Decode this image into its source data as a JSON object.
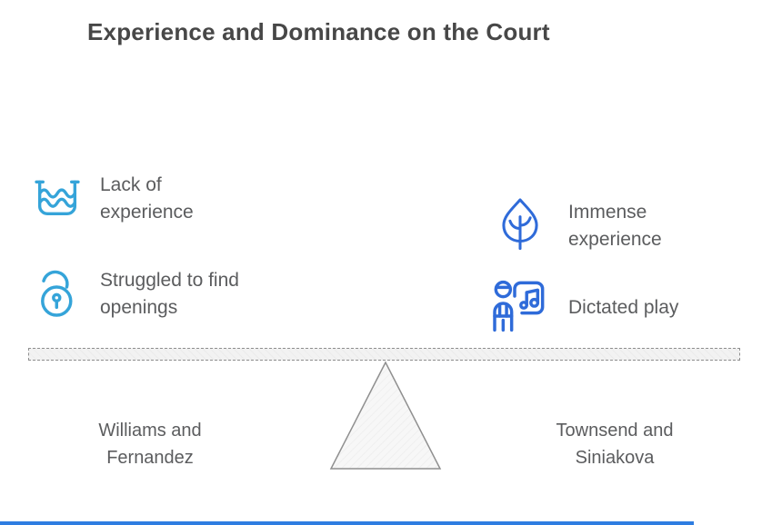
{
  "title": "Experience and Dominance on the Court",
  "comparison": {
    "left": {
      "team": "Williams and Fernandez",
      "points": [
        {
          "icon": "water-level-icon",
          "label": "Lack of experience"
        },
        {
          "icon": "open-padlock-icon",
          "label": "Struggled to find openings"
        }
      ]
    },
    "right": {
      "team": "Townsend and Siniakova",
      "points": [
        {
          "icon": "leaf-icon",
          "label": "Immense experience"
        },
        {
          "icon": "person-music-icon",
          "label": "Dictated play"
        }
      ]
    }
  },
  "video": {
    "progress_percent": 89
  },
  "colors": {
    "left_icon": "#35A4D9",
    "right_icon": "#2F6BD9",
    "title_text": "#474747",
    "body_text": "#5B5C5E",
    "beam_border": "#8E8E8E",
    "beam_fill": "#F1F1F1",
    "triangle_fill": "#F7F7F7",
    "progress_bar": "#2E7DE1"
  }
}
